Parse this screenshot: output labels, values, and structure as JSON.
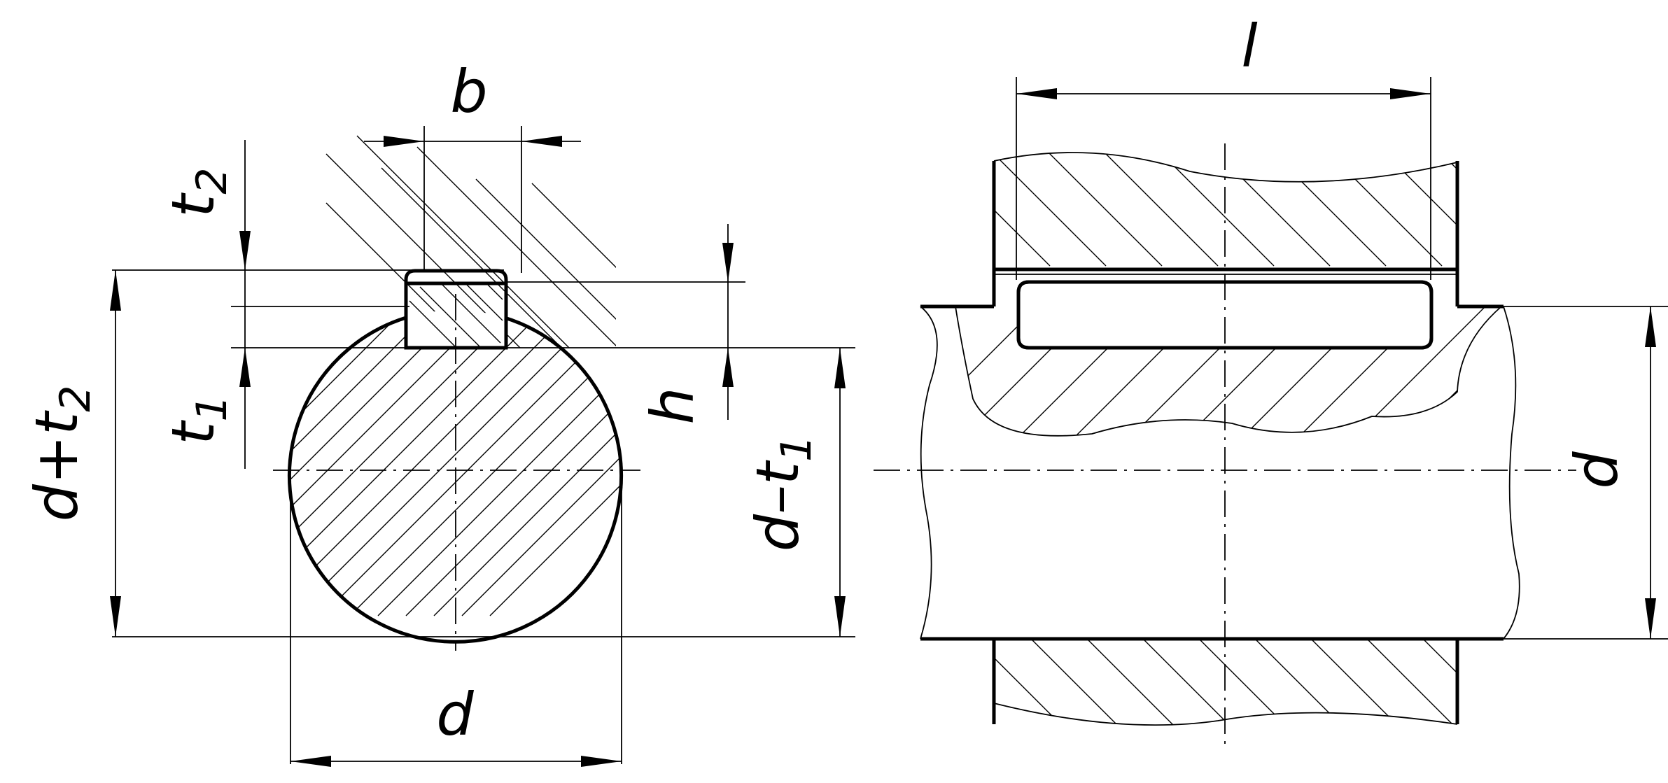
{
  "labels": {
    "b": "b",
    "t2": "t",
    "t2_sub": "2",
    "t1": "t",
    "t1_sub": "1",
    "h": "h",
    "d_plus_t2": "d+t",
    "d_plus_t2_sub": "2",
    "d_minus_t1": "d–t",
    "d_minus_t1_sub": "1",
    "d_section": "d",
    "l": "l",
    "d_side": "d"
  }
}
